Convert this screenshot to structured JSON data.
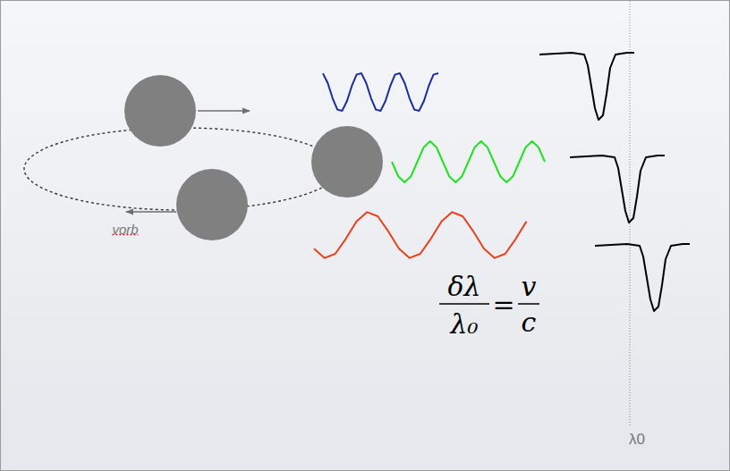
{
  "diagram": {
    "labels": [
      "vorb",
      "δλ",
      "λ₀",
      "=",
      "v",
      "c",
      "λ0"
    ]
  }
}
